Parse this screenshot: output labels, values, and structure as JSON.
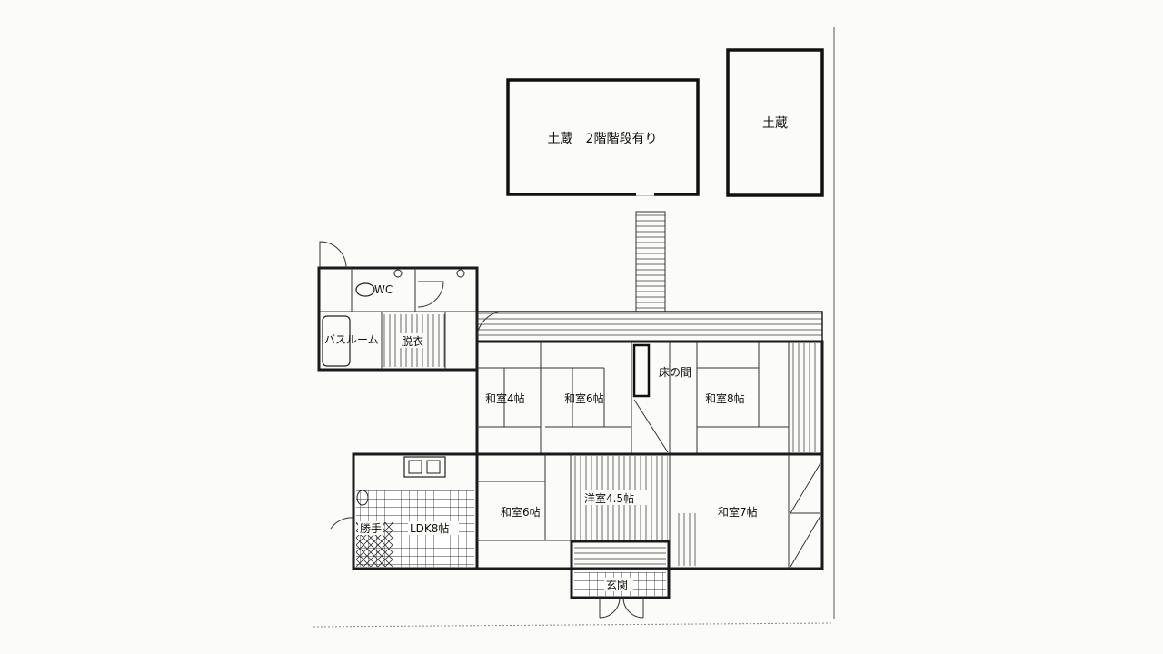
{
  "storehouse_large": "土蔵　2階階段有り",
  "storehouse_small": "土蔵",
  "rooms": {
    "wc": "WC",
    "bathroom": "バスルーム",
    "dressing": "脱衣",
    "washitsu4": "和室4帖",
    "washitsu6_upper": "和室6帖",
    "tokonoma": "床の間",
    "washitsu8": "和室8帖",
    "ldk": "LDK8帖",
    "katteguchi": "勝手",
    "washitsu6_lower": "和室6帖",
    "yoshitsu": "洋室4.5帖",
    "washitsu7": "和室7帖",
    "genkan": "玄関"
  }
}
